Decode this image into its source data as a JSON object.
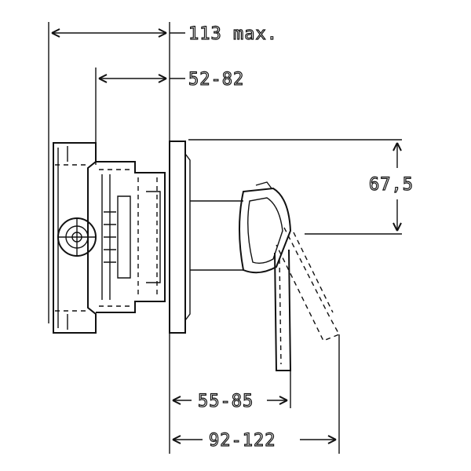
{
  "dimensions": {
    "overall_width": "113 max.",
    "body_range": "52-82",
    "height": "67,5",
    "lever_offset": "55-85",
    "lever_reach": "92-122"
  },
  "colors": {
    "line": "#111111",
    "background": "#ffffff"
  }
}
